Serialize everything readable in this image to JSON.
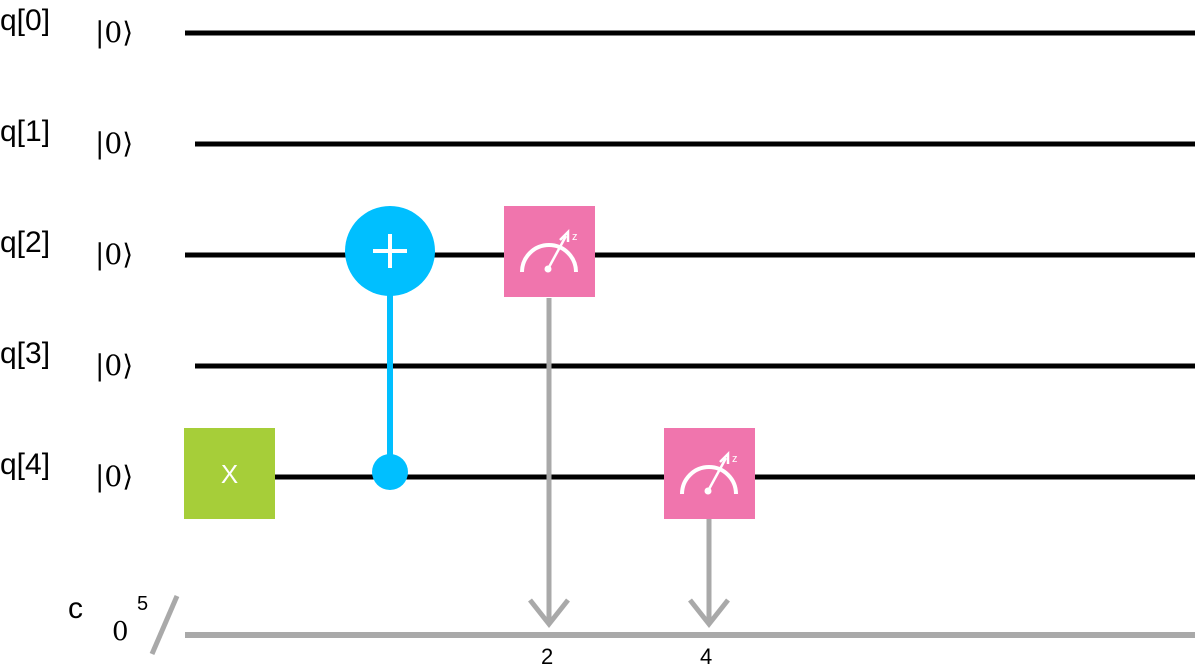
{
  "circuit": {
    "qubits": [
      {
        "label": "q[0]",
        "init": "|0⟩"
      },
      {
        "label": "q[1]",
        "init": "|0⟩"
      },
      {
        "label": "q[2]",
        "init": "|0⟩"
      },
      {
        "label": "q[3]",
        "init": "|0⟩"
      },
      {
        "label": "q[4]",
        "init": "|0⟩"
      }
    ],
    "classical": {
      "label": "c",
      "init": "0",
      "width": "5"
    },
    "gates": [
      {
        "type": "X",
        "label": "X",
        "qubit": 4,
        "color": "#a6ce39"
      },
      {
        "type": "CNOT",
        "control": 4,
        "target": 2,
        "color": "#00bfff"
      },
      {
        "type": "Measure",
        "qubit": 2,
        "bit": "2",
        "basis": "z",
        "color": "#f075ad"
      },
      {
        "type": "Measure",
        "qubit": 4,
        "bit": "4",
        "basis": "z",
        "color": "#f075ad"
      }
    ],
    "colors": {
      "wire": "#000000",
      "classical_wire": "#a9a9a9"
    }
  }
}
